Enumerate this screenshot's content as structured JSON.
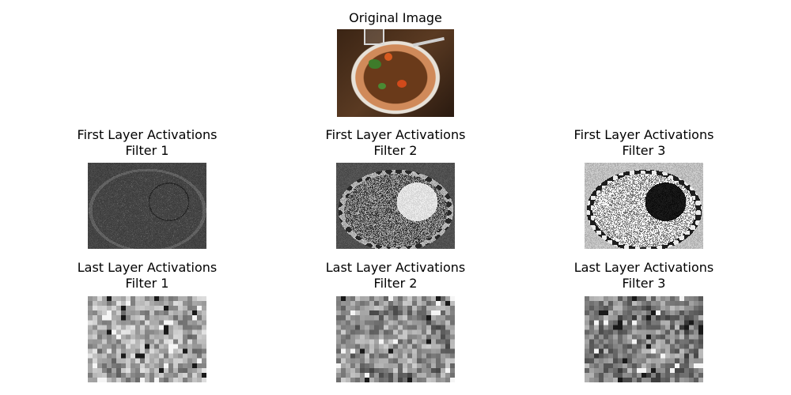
{
  "original": {
    "title": "Original Image"
  },
  "first_layer": [
    {
      "title": "First Layer Activations\nFilter 1",
      "style": "emboss"
    },
    {
      "title": "First Layer Activations\nFilter 2",
      "style": "gray"
    },
    {
      "title": "First Layer Activations\nFilter 3",
      "style": "contrast"
    }
  ],
  "last_layer": [
    {
      "title": "Last Layer Activations\nFilter 1"
    },
    {
      "title": "Last Layer Activations\nFilter 2"
    },
    {
      "title": "Last Layer Activations\nFilter 3"
    }
  ]
}
